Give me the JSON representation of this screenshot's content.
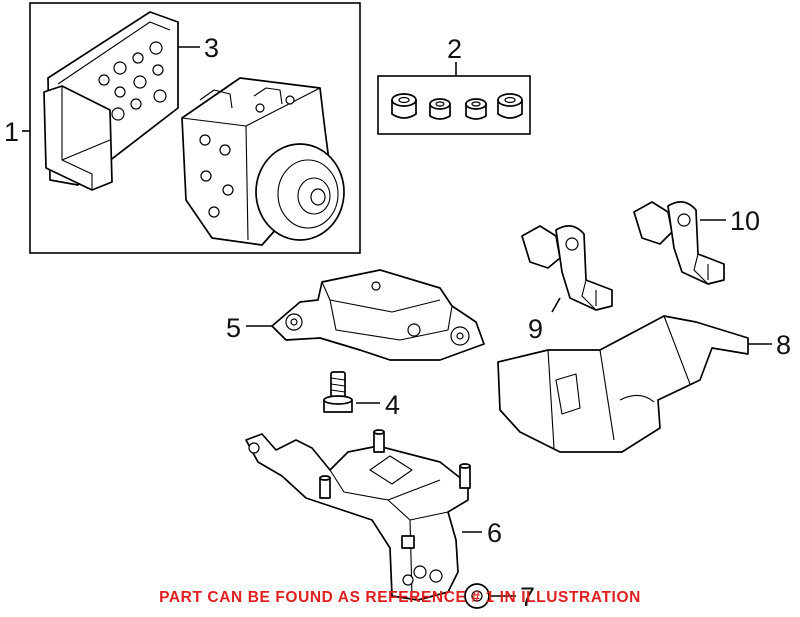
{
  "callouts": {
    "c1": "1",
    "c2": "2",
    "c3": "3",
    "c4": "4",
    "c5": "5",
    "c6": "6",
    "c7": "7",
    "c8": "8",
    "c9": "9",
    "c10": "10"
  },
  "notice": "PART CAN BE FOUND AS REFERENCE # 1 IN ILLUSTRATION",
  "colors": {
    "line": "#000000",
    "notice": "#e02020",
    "background": "#ffffff"
  }
}
